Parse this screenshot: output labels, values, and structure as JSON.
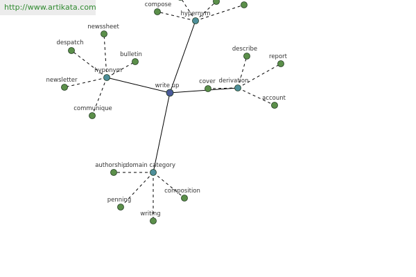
{
  "watermark": {
    "text": "http://www.artikata.com"
  },
  "colors": {
    "leaf": "#5b8f4a",
    "hub": "#4e8f9a",
    "center": "#4a5a9a",
    "edge": "#000000"
  },
  "center": {
    "id": "write-up",
    "label": "write up"
  },
  "hubs": [
    {
      "id": "hypernym-top",
      "label": "hypernym"
    },
    {
      "id": "hyponym",
      "label": "hyponym"
    },
    {
      "id": "derivation",
      "label": "derivation"
    },
    {
      "id": "domain-category",
      "label": "domain category"
    }
  ],
  "leaves": [
    {
      "id": "compose",
      "label": "compose",
      "hub": "hypernym-top"
    },
    {
      "id": "hyper-b",
      "label": "",
      "hub": "hypernym-top"
    },
    {
      "id": "hyper-c",
      "label": "",
      "hub": "hypernym-top"
    },
    {
      "id": "hyper-d",
      "label": "",
      "hub": "hypernym-top"
    },
    {
      "id": "newssheet",
      "label": "newssheet",
      "hub": "hyponym"
    },
    {
      "id": "despatch",
      "label": "despatch",
      "hub": "hyponym"
    },
    {
      "id": "bulletin",
      "label": "bulletin",
      "hub": "hyponym"
    },
    {
      "id": "newsletter",
      "label": "newsletter",
      "hub": "hyponym"
    },
    {
      "id": "communique",
      "label": "communique",
      "hub": "hyponym"
    },
    {
      "id": "describe",
      "label": "describe",
      "hub": "derivation"
    },
    {
      "id": "report",
      "label": "report",
      "hub": "derivation"
    },
    {
      "id": "cover",
      "label": "cover",
      "hub": "derivation"
    },
    {
      "id": "account",
      "label": "account",
      "hub": "derivation"
    },
    {
      "id": "authorship",
      "label": "authorship",
      "hub": "domain-category"
    },
    {
      "id": "composition",
      "label": "composition",
      "hub": "domain-category"
    },
    {
      "id": "penning",
      "label": "penning",
      "hub": "domain-category"
    },
    {
      "id": "writing",
      "label": "writing",
      "hub": "domain-category"
    }
  ]
}
